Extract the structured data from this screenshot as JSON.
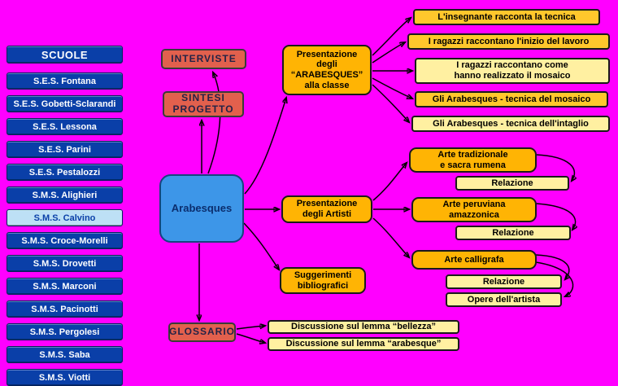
{
  "colors": {
    "background": "#ff00ff",
    "sidebar_button": "#0a3fa8",
    "sidebar_selected": "#bde0f5",
    "center_node": "#3d96e8",
    "coral_node": "#e2604d",
    "amber_node": "#ffb404",
    "gold_node": "#ffc72c",
    "pale_node": "#fff0a1"
  },
  "sidebar": {
    "header": "SCUOLE",
    "items": [
      {
        "label": "S.E.S. Fontana",
        "selected": false
      },
      {
        "label": "S.E.S. Gobetti-Sclarandi",
        "selected": false
      },
      {
        "label": "S.E.S. Lessona",
        "selected": false
      },
      {
        "label": "S.E.S. Parini",
        "selected": false
      },
      {
        "label": "S.E.S. Pestalozzi",
        "selected": false
      },
      {
        "label": "S.M.S. Alighieri",
        "selected": false
      },
      {
        "label": "S.M.S. Calvino",
        "selected": true
      },
      {
        "label": "S.M.S. Croce-Morelli",
        "selected": false
      },
      {
        "label": "S.M.S. Drovetti",
        "selected": false
      },
      {
        "label": "S.M.S. Marconi",
        "selected": false
      },
      {
        "label": "S.M.S. Pacinotti",
        "selected": false
      },
      {
        "label": "S.M.S. Pergolesi",
        "selected": false
      },
      {
        "label": "S.M.S. Saba",
        "selected": false
      },
      {
        "label": "S.M.S. Viotti",
        "selected": false
      }
    ]
  },
  "map": {
    "center": "Arabesques",
    "interviste": "INTERVISTE",
    "sintesi": "SINTESI\nPROGETTO",
    "glossario": "GLOSSARIO",
    "pres_arabesques": "Presentazione\ndegli\n“ARABESQUES”\nalla classe",
    "pres_artisti": "Presentazione\ndegli Artisti",
    "suggerimenti": "Suggerimenti\nbibliografici",
    "tecnica": [
      "L'insegnante racconta la tecnica",
      "I ragazzi raccontano l'inizio del lavoro",
      "I ragazzi raccontano come\nhanno realizzato il mosaico",
      "Gli Arabesques - tecnica del mosaico",
      "Gli Arabesques - tecnica dell'intaglio"
    ],
    "artisti": [
      {
        "title": "Arte tradizionale\ne sacra rumena",
        "sub": [
          "Relazione"
        ]
      },
      {
        "title": "Arte peruviana\namazzonica",
        "sub": [
          "Relazione"
        ]
      },
      {
        "title": "Arte calligrafa",
        "sub": [
          "Relazione",
          "Opere dell'artista"
        ]
      }
    ],
    "glossario_items": [
      "Discussione sul lemma “bellezza”",
      "Discussione sul lemma “arabesque”"
    ]
  }
}
